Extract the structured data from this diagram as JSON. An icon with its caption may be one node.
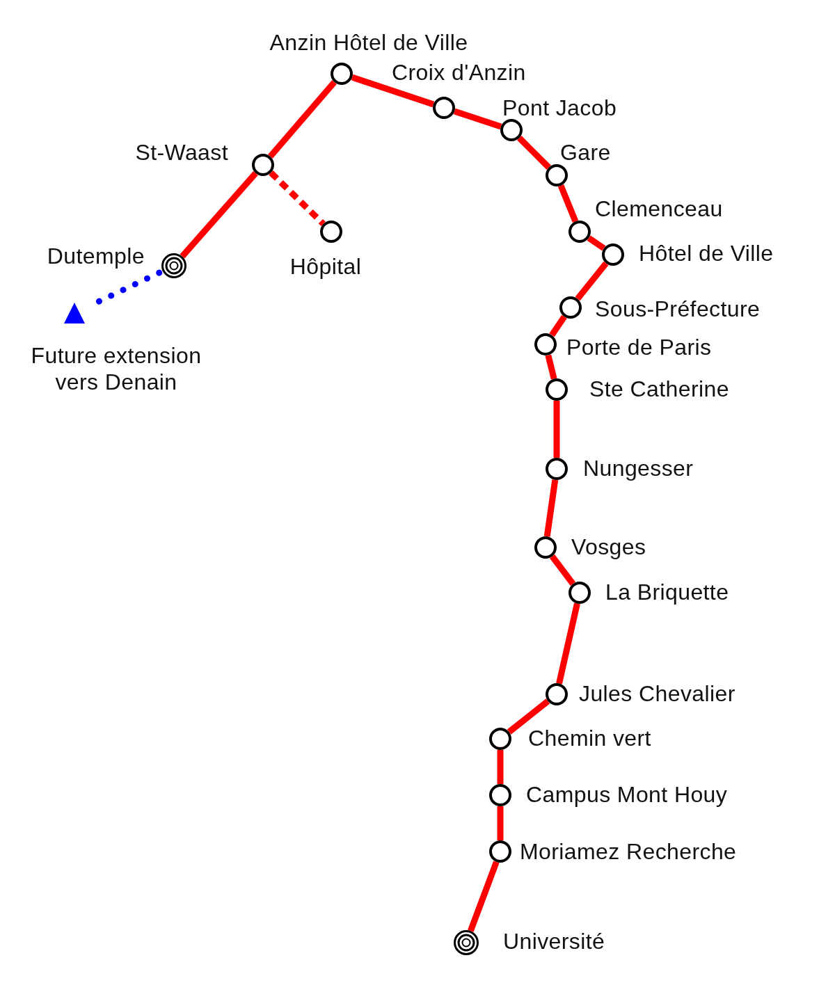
{
  "diagram": {
    "nodes": [
      {
        "text": [],
        "shape": "circle",
        "beside": [
          "Dutemple"
        ]
      },
      {
        "text": [],
        "shape": "circle",
        "beside": [
          "St-Waast"
        ]
      },
      {
        "text": [],
        "shape": "circle",
        "beside": [
          "Hôpital"
        ]
      },
      {
        "text": [],
        "shape": "circle",
        "beside": [
          "Anzin Hôtel de Ville"
        ]
      },
      {
        "text": [],
        "shape": "circle",
        "beside": [
          "Croix d'Anzin"
        ]
      },
      {
        "text": [],
        "shape": "circle",
        "beside": [
          "Pont Jacob"
        ]
      },
      {
        "text": [],
        "shape": "circle",
        "beside": [
          "Gare"
        ]
      },
      {
        "text": [],
        "shape": "circle",
        "beside": [
          "Clemenceau"
        ]
      },
      {
        "text": [],
        "shape": "circle",
        "beside": [
          "Hôtel de Ville"
        ]
      },
      {
        "text": [],
        "shape": "circle",
        "beside": [
          "Sous-Préfecture"
        ]
      },
      {
        "text": [],
        "shape": "circle",
        "beside": [
          "Porte de Paris"
        ]
      },
      {
        "text": [],
        "shape": "circle",
        "beside": [
          "Ste Catherine"
        ]
      },
      {
        "text": [],
        "shape": "circle",
        "beside": [
          "Nungesser"
        ]
      },
      {
        "text": [],
        "shape": "circle",
        "beside": [
          "Vosges"
        ]
      },
      {
        "text": [],
        "shape": "circle",
        "beside": [
          "La Briquette"
        ]
      },
      {
        "text": [],
        "shape": "circle",
        "beside": [
          "Jules Chevalier"
        ]
      },
      {
        "text": [],
        "shape": "circle",
        "beside": [
          "Chemin vert"
        ]
      },
      {
        "text": [],
        "shape": "circle",
        "beside": [
          "Campus Mont Houy"
        ]
      },
      {
        "text": [],
        "shape": "circle",
        "beside": [
          "Moriamez Recherche"
        ]
      },
      {
        "text": [],
        "shape": "circle",
        "beside": [
          "Université"
        ]
      },
      {
        "text": [],
        "shape": "triangle",
        "beside": [
          "Future extension vers Denain"
        ]
      }
    ],
    "edges": [
      {
        "from": 0,
        "to": 1,
        "arrow": "none"
      },
      {
        "from": 1,
        "to": 2,
        "arrow": "none",
        "style": "dashed"
      },
      {
        "from": 1,
        "to": 3,
        "arrow": "none"
      },
      {
        "from": 3,
        "to": 4,
        "arrow": "none"
      },
      {
        "from": 4,
        "to": 5,
        "arrow": "none"
      },
      {
        "from": 5,
        "to": 6,
        "arrow": "none"
      },
      {
        "from": 6,
        "to": 7,
        "arrow": "none"
      },
      {
        "from": 7,
        "to": 8,
        "arrow": "none"
      },
      {
        "from": 8,
        "to": 9,
        "arrow": "none"
      },
      {
        "from": 9,
        "to": 10,
        "arrow": "none"
      },
      {
        "from": 10,
        "to": 11,
        "arrow": "none"
      },
      {
        "from": 11,
        "to": 12,
        "arrow": "none"
      },
      {
        "from": 12,
        "to": 13,
        "arrow": "none"
      },
      {
        "from": 13,
        "to": 14,
        "arrow": "none"
      },
      {
        "from": 14,
        "to": 15,
        "arrow": "none"
      },
      {
        "from": 15,
        "to": 16,
        "arrow": "none"
      },
      {
        "from": 16,
        "to": 17,
        "arrow": "none"
      },
      {
        "from": 17,
        "to": 18,
        "arrow": "none"
      },
      {
        "from": 18,
        "to": 19,
        "arrow": "none"
      },
      {
        "from": 0,
        "to": 20,
        "arrow": "none",
        "style": "dashed",
        "color": "#0000ff"
      }
    ]
  }
}
